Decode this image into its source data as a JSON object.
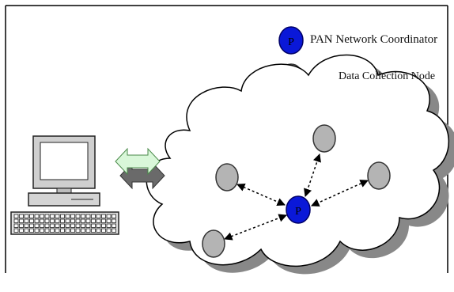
{
  "legend": {
    "coordinator_label": "PAN Network Coordinator",
    "node_label": "Data Collection Node",
    "coordinator_symbol": "P"
  },
  "center_node_symbol": "P",
  "colors": {
    "coordinator_fill": "#0a18d8",
    "coordinator_stroke": "#000066",
    "node_fill": "#b4b4b4",
    "node_stroke": "#333333",
    "cloud_fill": "#ffffff",
    "cloud_shadow": "#888888",
    "link_arrow_light": "#d9f7d9",
    "link_arrow_dark": "#6a6a6a",
    "frame": "#000000"
  },
  "icons": [
    "computer-icon",
    "bidirectional-arrow-icon",
    "cloud-icon"
  ]
}
